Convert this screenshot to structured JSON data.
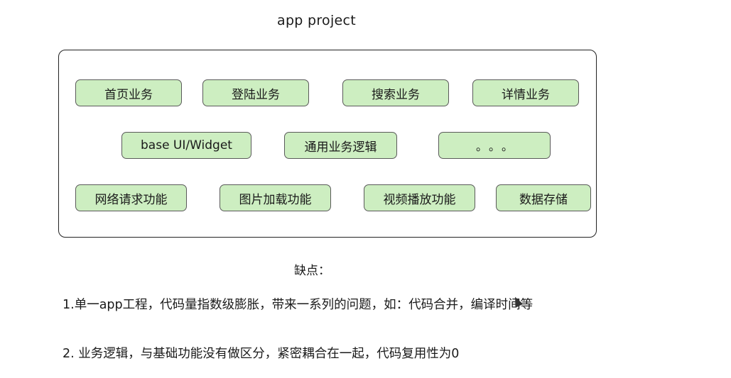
{
  "diagram": {
    "title": "app project",
    "row1": [
      "首页业务",
      "登陆业务",
      "搜索业务",
      "详情业务"
    ],
    "row2": [
      "base UI/Widget",
      "通用业务逻辑",
      "。。。"
    ],
    "row3": [
      "网络请求功能",
      "图片加载功能",
      "视频播放功能",
      "数据存储"
    ]
  },
  "notes": {
    "label": "缺点：",
    "point1": "1.单一app工程，代码量指数级膨胀，带来一系列的问题，如：代码合并，编译时间等",
    "point2": "2. 业务逻辑，与基础功能没有做区分，紧密耦合在一起，代码复用性为0"
  },
  "colors": {
    "box_fill": "#cdeec1",
    "box_border": "#5a5a5a",
    "frame_border": "#222222"
  }
}
